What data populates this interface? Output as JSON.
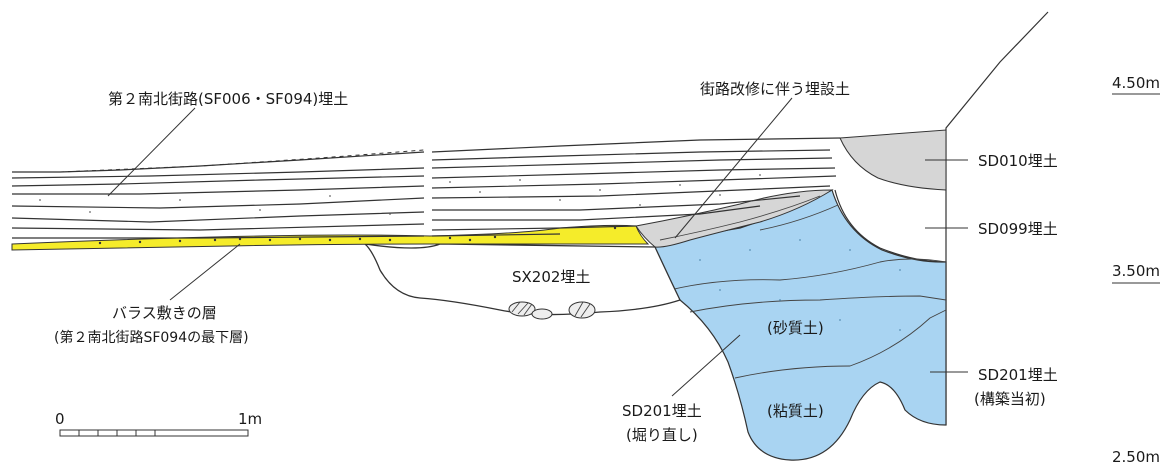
{
  "labels": {
    "road_fill": "第２南北街路(SF006・SF094)埋土",
    "repair_fill": "街路改修に伴う埋設土",
    "sd010": "SD010埋土",
    "sd099": "SD099埋土",
    "sx202": "SX202埋土",
    "gravel_line1": "バラス敷きの層",
    "gravel_line2": "(第２南北街路SF094の最下層)",
    "sandy": "(砂質土)",
    "clayey": "(粘質土)",
    "sd201_redug_1": "SD201埋土",
    "sd201_redug_2": "(堀り直し)",
    "sd201_orig_1": "SD201埋土",
    "sd201_orig_2": "(構築当初)"
  },
  "elevations": {
    "e450": "4.50m",
    "e350": "3.50m",
    "e250": "2.50m"
  },
  "scale": {
    "zero": "0",
    "one": "1m"
  },
  "colors": {
    "gravel_yellow": "#f5ec2a",
    "ditch_blue": "#a9d4f2",
    "fill_gray": "#d6d6d6",
    "line": "#333333"
  }
}
